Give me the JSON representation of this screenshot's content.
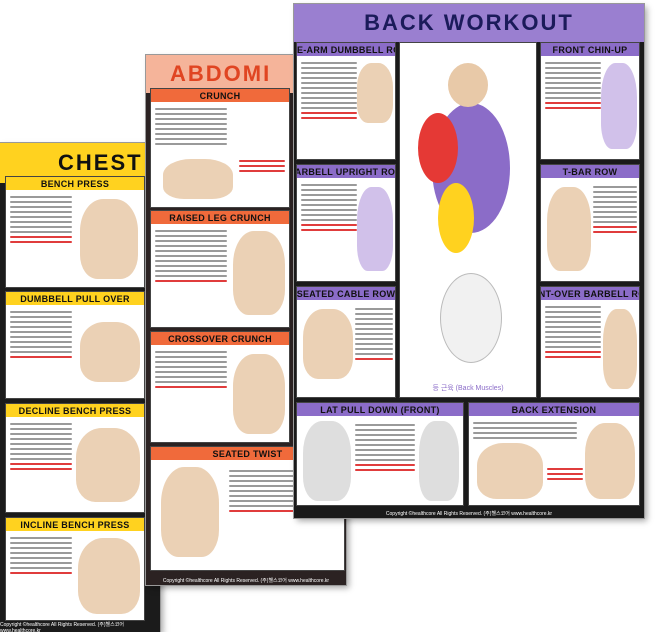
{
  "posters": {
    "chest": {
      "title": "CHEST",
      "sections": [
        {
          "title": "BENCH PRESS"
        },
        {
          "title": "DUMBBELL PULL OVER"
        },
        {
          "title": "DECLINE BENCH PRESS"
        },
        {
          "title": "INCLINE BENCH PRESS"
        }
      ],
      "footer": "Copyright ©healthcore All Rights Reserved. (주)헬스코어 www.healthcore.kr"
    },
    "abdominal": {
      "title": "ABDOMI",
      "sections": [
        {
          "title": "CRUNCH"
        },
        {
          "title": "RAISED LEG CRUNCH"
        },
        {
          "title": "CROSSOVER CRUNCH"
        },
        {
          "title": "SEATED TWIST"
        }
      ],
      "footer": "Copyright ©healthcore All Rights Reserved. (주)헬스코어 www.healthcore.kr"
    },
    "back": {
      "title": "BACK WORKOUT",
      "sections": [
        {
          "title": "ONE-ARM DUMBBELL ROW"
        },
        {
          "title": "FRONT CHIN-UP"
        },
        {
          "title": "BARBELL UPRIGHT ROW"
        },
        {
          "title": "T-BAR ROW"
        },
        {
          "title": "SEATED CABLE ROW"
        },
        {
          "title": "BENT-OVER BARBELL ROW"
        },
        {
          "title": "LAT PULL DOWN (FRONT)"
        },
        {
          "title": "BACK EXTENSION"
        }
      ],
      "center_caption": "등 근육 (Back Muscles)",
      "footer": "Copyright ©healthcore All Rights Reserved. (주)헬스코어 www.healthcore.kr"
    }
  },
  "colors": {
    "chest_accent": "#ffd21f",
    "abs_accent": "#f06a3b",
    "back_accent": "#8b6cc8",
    "warning_text": "#e03c3c"
  }
}
